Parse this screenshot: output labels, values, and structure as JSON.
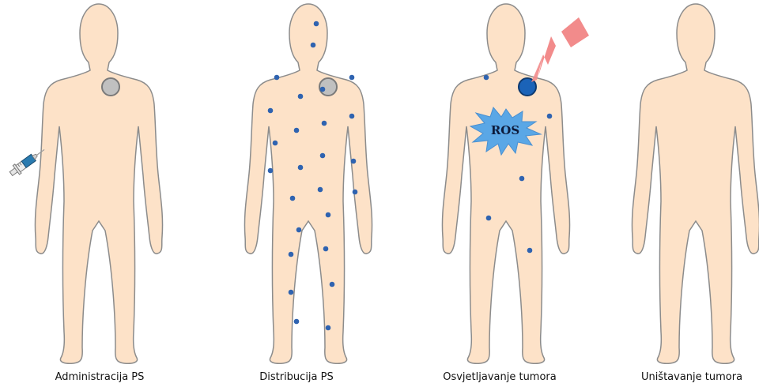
{
  "stages": [
    {
      "caption": "Administracija PS",
      "has_tumor": true,
      "tumor_color": "#c0c0c0",
      "has_syringe": true,
      "dots": false,
      "light": false
    },
    {
      "caption": "Distribucija PS",
      "has_tumor": true,
      "tumor_color": "#c0c0c0",
      "has_syringe": false,
      "dots": true,
      "light": false
    },
    {
      "caption": "Osvjetljavanje tumora",
      "has_tumor": true,
      "tumor_color": "#1b63b8",
      "has_syringe": false,
      "dots": true,
      "light": true
    },
    {
      "caption": "Uništavanje tumora",
      "has_tumor": false,
      "tumor_color": "",
      "has_syringe": false,
      "dots": false,
      "light": false
    }
  ],
  "ros_label": "ROS",
  "colors": {
    "skin": "#fde2c8",
    "outline": "#8c8c8c",
    "dot": "#2f63b0",
    "light": "#f28b8b",
    "ros_burst": "#5aa7e6"
  }
}
